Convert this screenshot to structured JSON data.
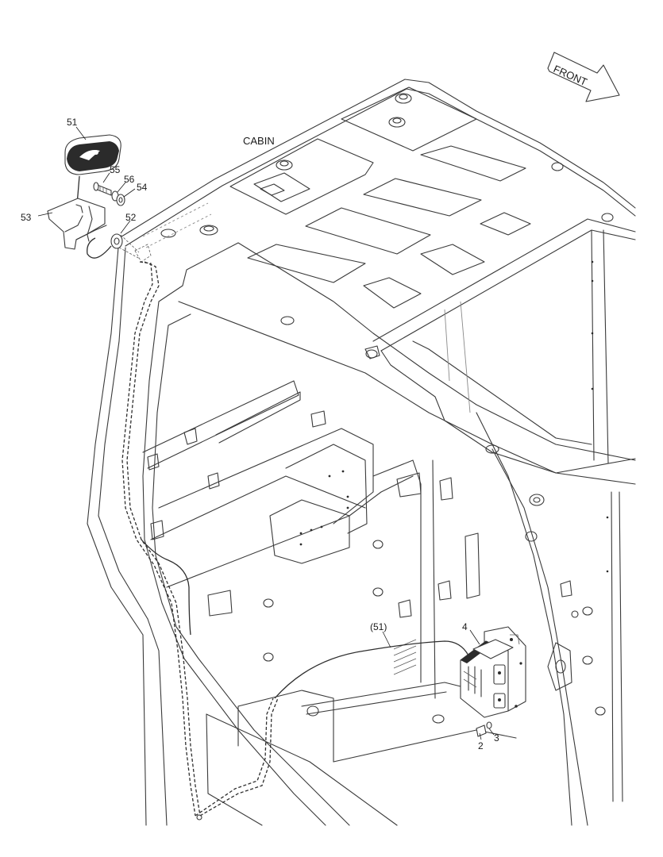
{
  "title_label": "CABIN",
  "front_label": "FRONT",
  "callouts": {
    "c51": "51",
    "c55": "55",
    "c56": "56",
    "c54": "54",
    "c53": "53",
    "c52": "52",
    "c51ref": "(51)",
    "c4": "4",
    "c2": "2",
    "c3": "3"
  },
  "colors": {
    "line": "#3a3a3a",
    "background": "#ffffff"
  }
}
